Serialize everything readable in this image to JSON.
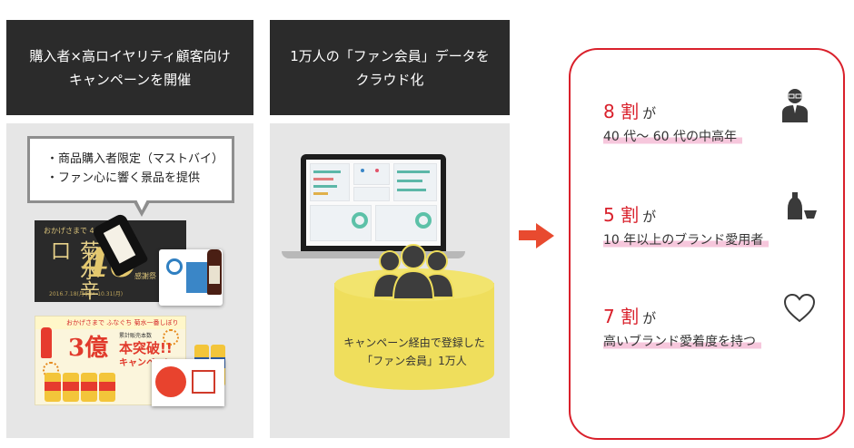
{
  "left": {
    "header": [
      "購入者×高ロイヤリティ顧客向け",
      "キャンペーンを開催"
    ],
    "bubble": [
      "・商品購入者限定（マストバイ）",
      "・ファン心に響く景品を提供"
    ],
    "promo1": {
      "tagline": "おかげさまで 40周年",
      "brand": "菊水辛口",
      "big": "40",
      "title": "感謝祭",
      "dates": "2016.7.18(月祝)～10.31(月)"
    },
    "promo2": {
      "tagline": "おかげさまで ふなぐち 菊水一番しぼり",
      "sub": "累計販売本数",
      "big": "3億",
      "toppa": "本突破!!",
      "campaign": "キャンペーン"
    }
  },
  "middle": {
    "header": [
      "1万人の「ファン会員」データを",
      "クラウド化"
    ],
    "cylinder_text": [
      "キャンペーン経由で登録した",
      "「ファン会員」1万人"
    ]
  },
  "stats": [
    {
      "number": "8 割",
      "suffix": "が",
      "line2": "40 代～ 60 代の中高年",
      "icon": "person-icon"
    },
    {
      "number": "5 割",
      "suffix": "が",
      "line2": "10 年以上のブランド愛用者",
      "icon": "sake-icon"
    },
    {
      "number": "7 割",
      "suffix": "が",
      "line2": "高いブランド愛着度を持つ",
      "icon": "heart-icon"
    }
  ],
  "colors": {
    "header_bg": "#2b2b2b",
    "panel_bg": "#e6e6e6",
    "accent_red": "#d9202b",
    "arrow": "#e84a2f",
    "cylinder": "#efde5c",
    "highlight": "#f6c7dc"
  }
}
